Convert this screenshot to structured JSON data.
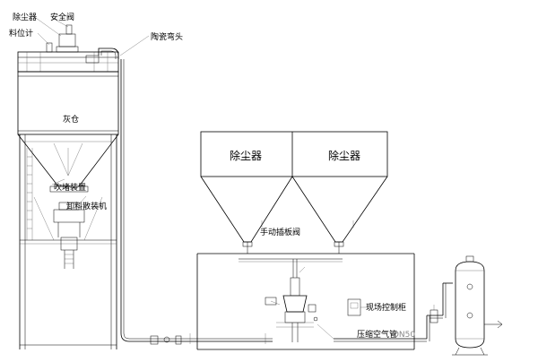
{
  "silo": {
    "dust_collector": "除尘器",
    "safety_valve": "安全阀",
    "level_meter": "料位计",
    "ceramic_elbow": "陶瓷弯头",
    "ash_silo": "灰仓",
    "blockage_device": "吹堵装置",
    "bulk_loader": "卸料散装机"
  },
  "collectors": {
    "left": "除尘器",
    "right": "除尘器",
    "manual_valve": "手动插板阀"
  },
  "pump": {
    "control_cabinet": "现场控制柜",
    "compressed_air_pipe": "压缩空气管",
    "dn_label": "DN50"
  }
}
